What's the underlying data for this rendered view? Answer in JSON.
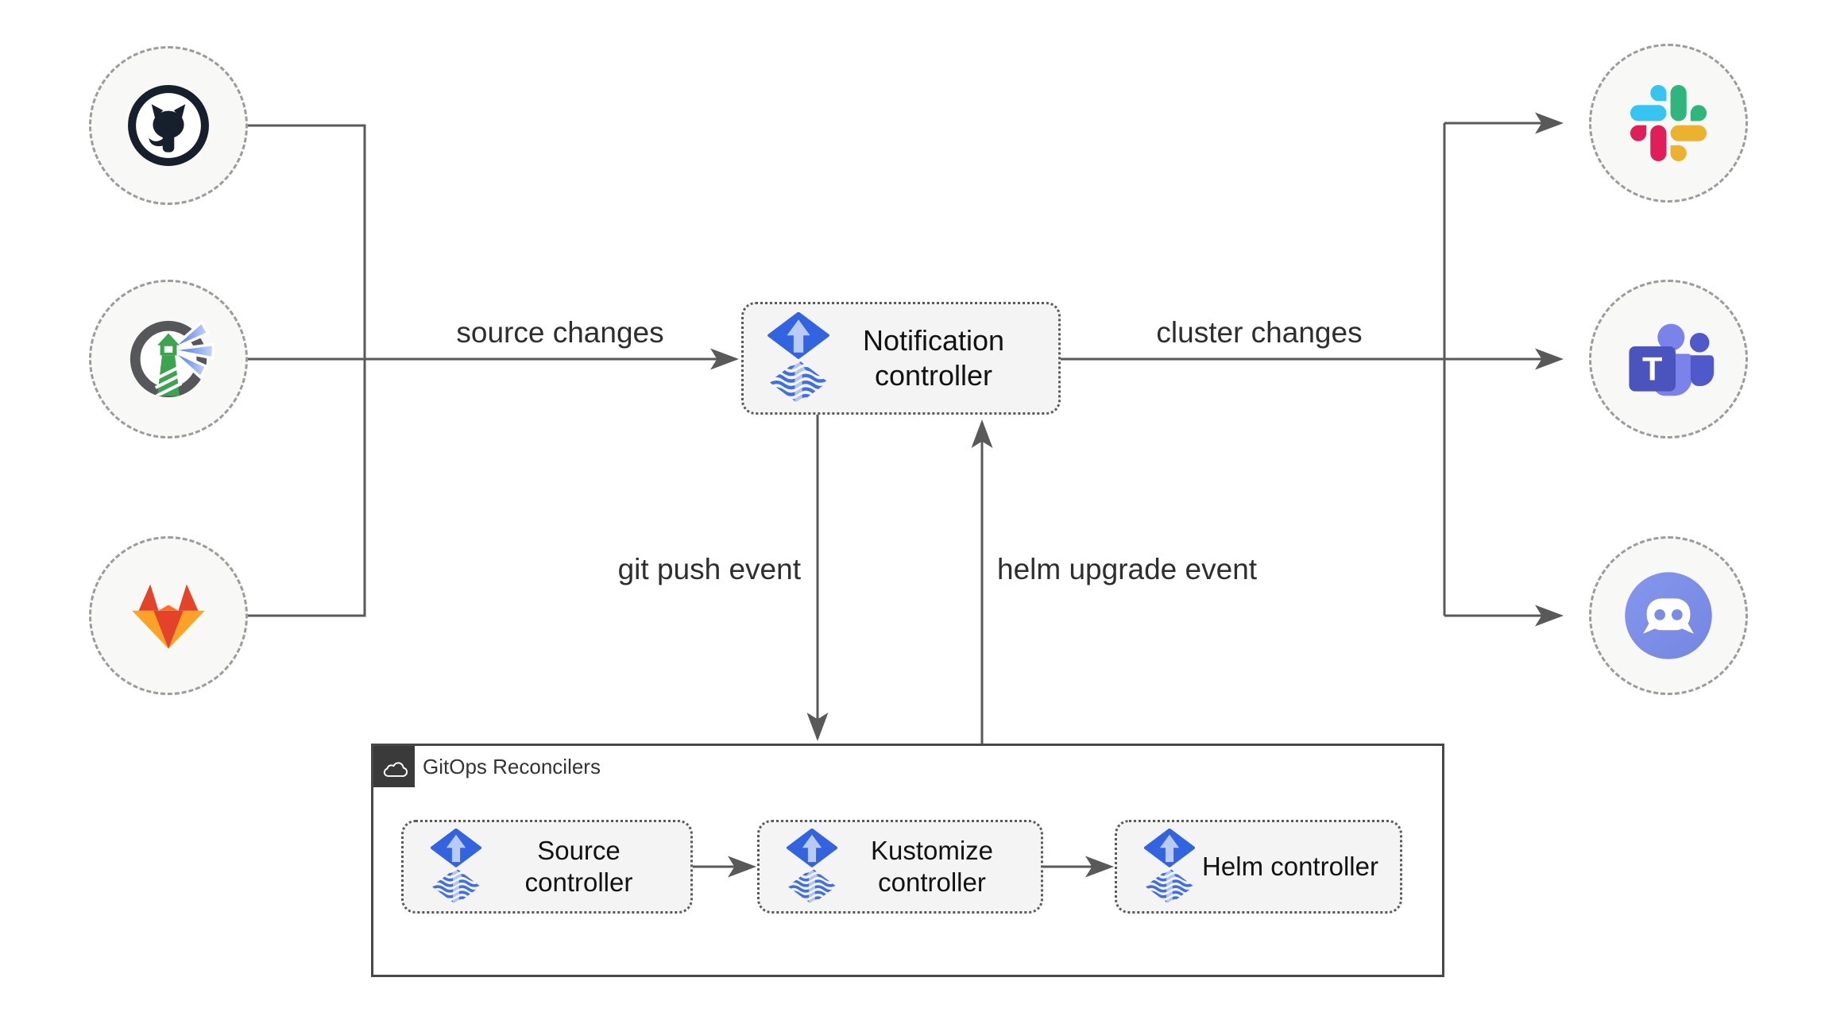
{
  "diagram": {
    "nodes": {
      "notification": {
        "label": "Notification controller"
      },
      "source": {
        "label": "Source controller"
      },
      "kustomize": {
        "label": "Kustomize controller"
      },
      "helm": {
        "label": "Helm controller"
      }
    },
    "group": {
      "title": "GitOps Reconcilers"
    },
    "edges": {
      "source_changes": "source changes",
      "cluster_changes": "cluster changes",
      "git_push": "git push event",
      "helm_upgrade": "helm upgrade event"
    },
    "icons": {
      "sources": [
        "github-icon",
        "harbor-icon",
        "gitlab-icon"
      ],
      "notifiers": [
        "slack-icon",
        "teams-icon",
        "discord-icon"
      ],
      "controller": "flux-icon",
      "group_tab": "cloud-icon"
    },
    "colors": {
      "wire": "#595959",
      "node_bg": "#f4f4f4",
      "circle_bg": "#f8f8f6",
      "circle_border": "#9c9c9c",
      "flux_blue": "#3263e0",
      "flux_arrow": "#b9cbf4",
      "github_dark": "#16202c",
      "harbor_green": "#3ca34f",
      "gitlab_red": "#e24329",
      "gitlab_orange": "#fca326",
      "slack_blue": "#36C5F0",
      "slack_green": "#2EB67D",
      "slack_yellow": "#ECB22E",
      "slack_pink": "#E01E5A",
      "teams_purple": "#4b53bc",
      "discord_blurple": "#7b8ce6",
      "tab_bg": "#3a3a3a"
    }
  }
}
